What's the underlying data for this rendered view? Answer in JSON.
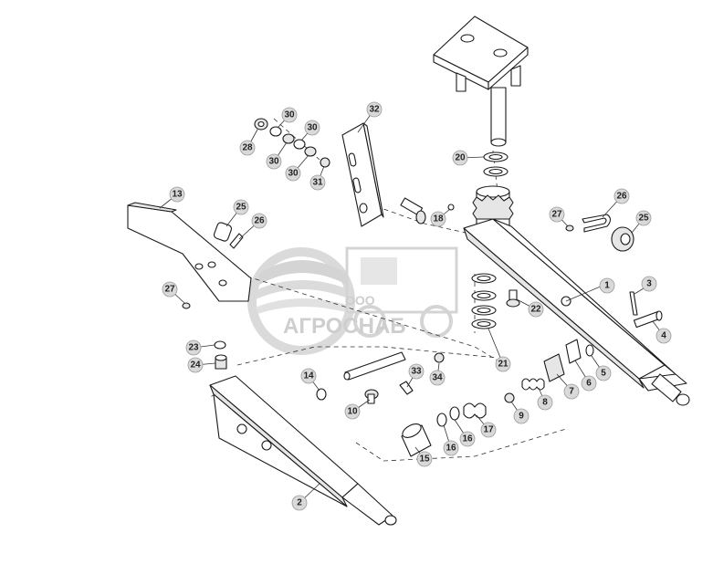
{
  "watermark": {
    "company_prefix": "ООО",
    "company_name": "АГРОСНАБ"
  },
  "callouts": [
    {
      "id": "1",
      "label": "1"
    },
    {
      "id": "2",
      "label": "2"
    },
    {
      "id": "3",
      "label": "3"
    },
    {
      "id": "4",
      "label": "4"
    },
    {
      "id": "5",
      "label": "5"
    },
    {
      "id": "6",
      "label": "6"
    },
    {
      "id": "7",
      "label": "7"
    },
    {
      "id": "8",
      "label": "8"
    },
    {
      "id": "9",
      "label": "9"
    },
    {
      "id": "10",
      "label": "10"
    },
    {
      "id": "13",
      "label": "13"
    },
    {
      "id": "14",
      "label": "14"
    },
    {
      "id": "15",
      "label": "15"
    },
    {
      "id": "16a",
      "label": "16"
    },
    {
      "id": "16b",
      "label": "16"
    },
    {
      "id": "17",
      "label": "17"
    },
    {
      "id": "18",
      "label": "18"
    },
    {
      "id": "20",
      "label": "20"
    },
    {
      "id": "21",
      "label": "21"
    },
    {
      "id": "22",
      "label": "22"
    },
    {
      "id": "23",
      "label": "23"
    },
    {
      "id": "24",
      "label": "24"
    },
    {
      "id": "25a",
      "label": "25"
    },
    {
      "id": "25b",
      "label": "25"
    },
    {
      "id": "26a",
      "label": "26"
    },
    {
      "id": "26b",
      "label": "26"
    },
    {
      "id": "27a",
      "label": "27"
    },
    {
      "id": "27b",
      "label": "27"
    },
    {
      "id": "28",
      "label": "28"
    },
    {
      "id": "30a",
      "label": "30"
    },
    {
      "id": "30b",
      "label": "30"
    },
    {
      "id": "30c",
      "label": "30"
    },
    {
      "id": "30d",
      "label": "30"
    },
    {
      "id": "31",
      "label": "31"
    },
    {
      "id": "32",
      "label": "32"
    },
    {
      "id": "33",
      "label": "33"
    },
    {
      "id": "34",
      "label": "34"
    }
  ]
}
